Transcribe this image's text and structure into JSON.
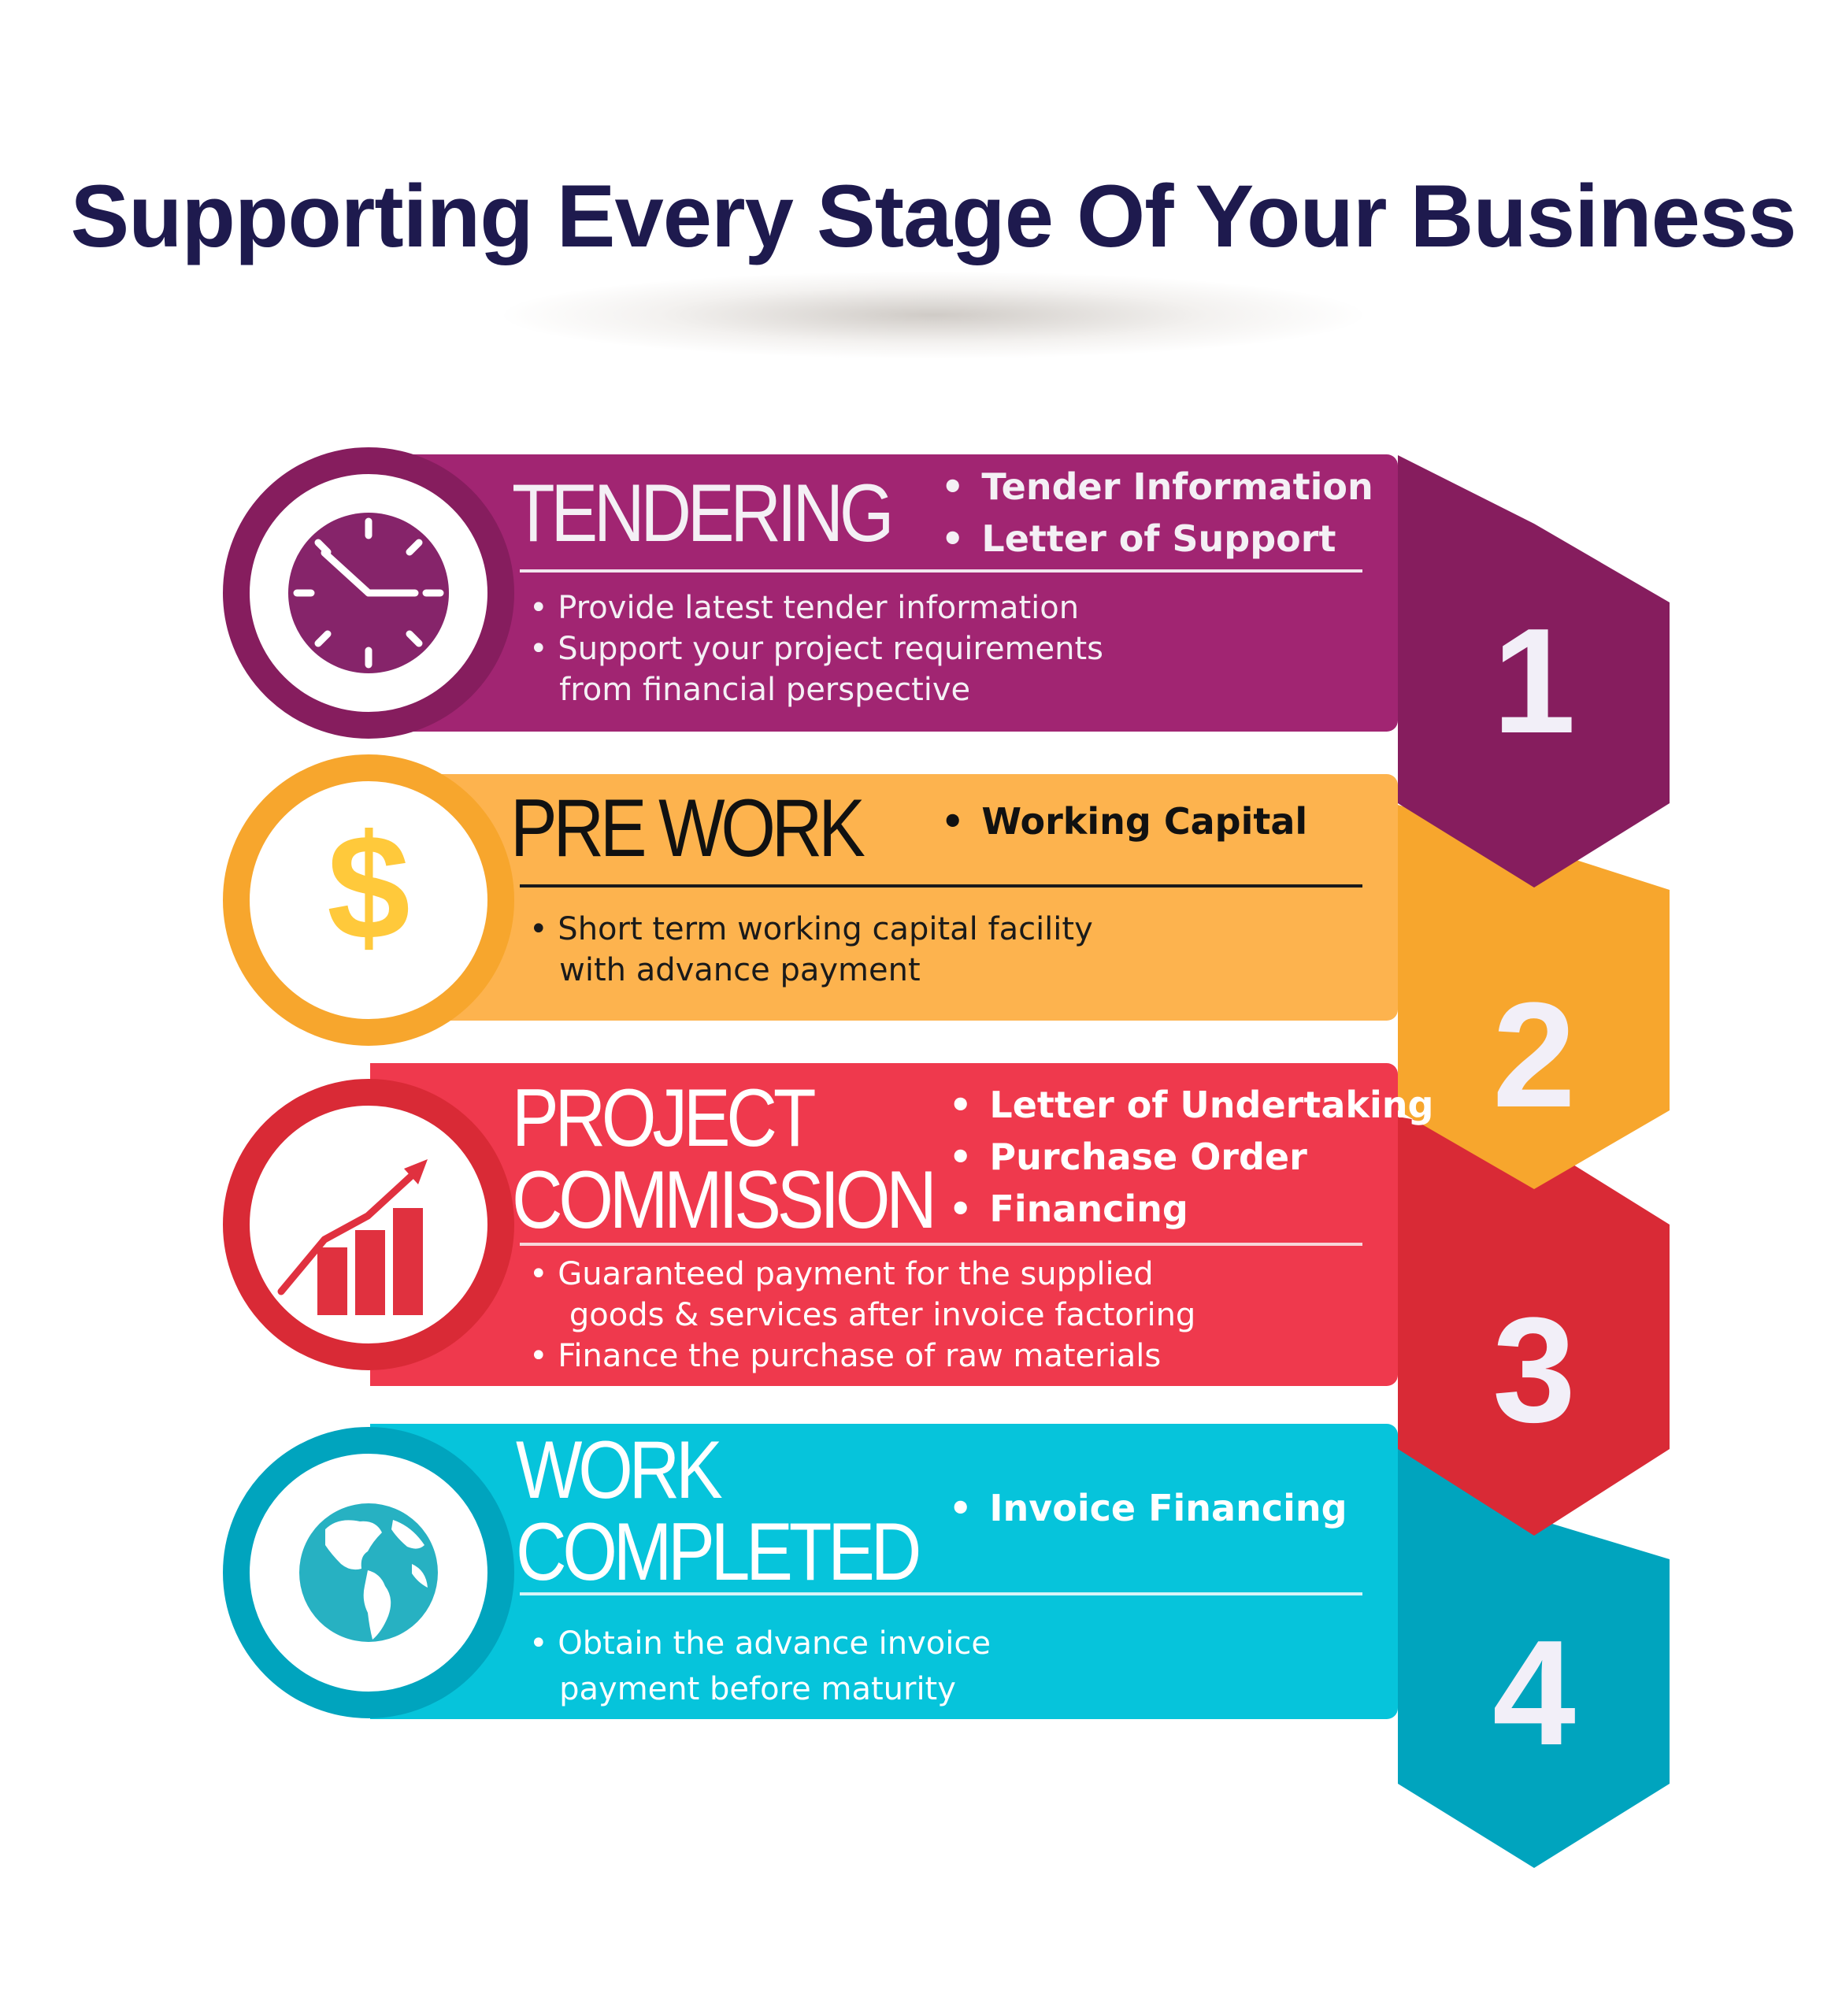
{
  "title": "Supporting Every Stage Of Your Business",
  "colors": {
    "navy": "#1e1a4e",
    "purple": "#a12572",
    "purple_dark": "#861d5e",
    "orange": "#fdb34e",
    "orange_dark": "#f7a62d",
    "red": "#ef394d",
    "red_dark": "#d92a36",
    "cyan": "#06c4db",
    "cyan_dark": "#00a4be"
  },
  "stages": [
    {
      "number": "1",
      "title_lines": [
        "TENDERING"
      ],
      "highlights": [
        "Tender Information",
        "Letter of Support"
      ],
      "description": "• Provide latest tender information\n• Support your project requirements\n   from financial perspective",
      "icon": "clock-icon"
    },
    {
      "number": "2",
      "title_lines": [
        "PRE WORK"
      ],
      "highlights": [
        "Working Capital"
      ],
      "description": "• Short term working capital facility\n   with advance payment",
      "icon": "dollar-icon"
    },
    {
      "number": "3",
      "title_lines": [
        "PROJECT",
        "COMMISSION"
      ],
      "highlights": [
        "Letter of Undertaking",
        "Purchase Order",
        "Financing"
      ],
      "description": "• Guaranteed payment for the supplied\n    goods & services after invoice factoring\n• Finance the purchase of raw materials",
      "icon": "growth-chart-icon"
    },
    {
      "number": "4",
      "title_lines": [
        "WORK",
        "COMPLETED"
      ],
      "highlights": [
        "Invoice Financing"
      ],
      "description": "• Obtain the advance invoice\n   payment before maturity",
      "icon": "globe-icon"
    }
  ]
}
